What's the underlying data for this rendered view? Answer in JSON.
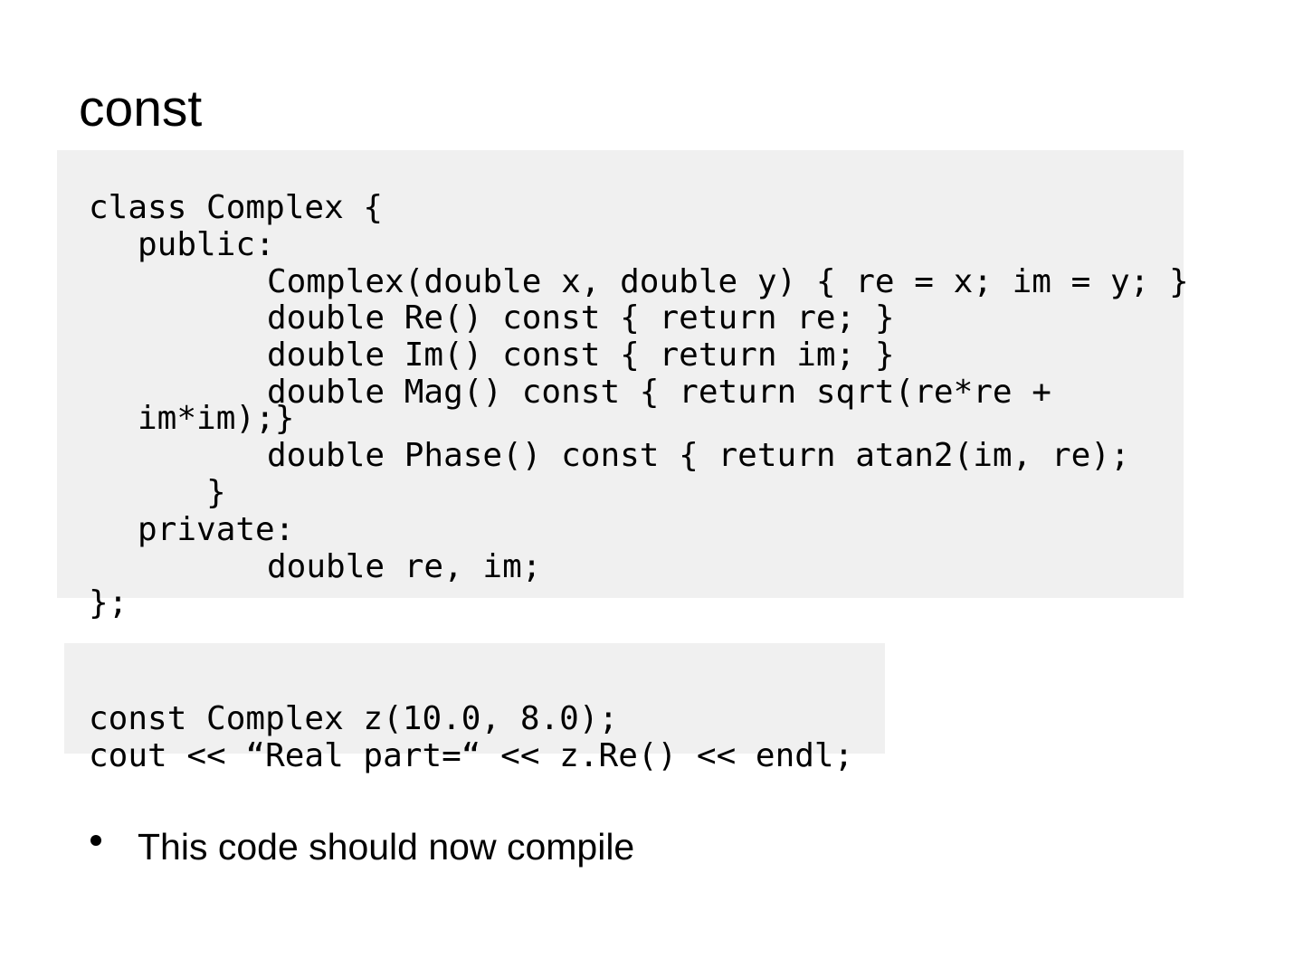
{
  "slide": {
    "title": "const",
    "code_block_1": {
      "lines": [
        "class Complex {",
        "public:",
        "Complex(double x, double y) { re = x; im = y; }",
        "double Re() const { return re; }",
        "double Im() const { return im; }",
        "double Mag() const { return sqrt(re*re +",
        "im*im);}",
        "double Phase() const { return atan2(im, re);",
        "}",
        "private:",
        "double re, im;",
        "};"
      ]
    },
    "code_block_2": {
      "lines": [
        "const Complex z(10.0, 8.0);",
        "cout << “Real part=“ << z.Re() << endl;"
      ]
    },
    "bullet": {
      "text": "This code should now compile"
    },
    "colors": {
      "background": "#ffffff",
      "code_background": "#f0f0f0",
      "text": "#000000"
    }
  }
}
